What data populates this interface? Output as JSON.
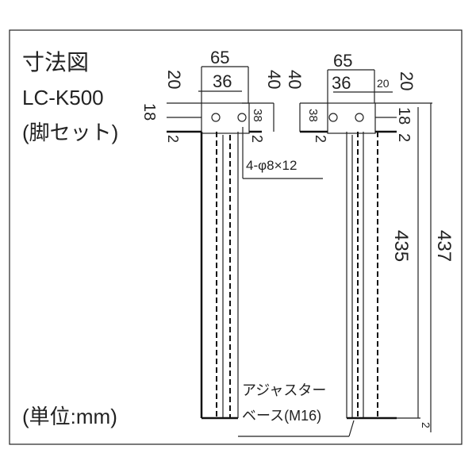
{
  "title": "寸法図",
  "model": "LC-K500",
  "subtitle": "(脚セット)",
  "unit": "(単位:mm)",
  "dimensions": {
    "width_total": "65",
    "hole_pitch": "36",
    "flange_offset": "20",
    "gap": "40",
    "plate_height": "18",
    "plate_thickness": "2",
    "flange_height": "38",
    "leg_height": "435",
    "overall_height": "437",
    "adjuster_gap": "2"
  },
  "callouts": {
    "holes": "4-φ8×12",
    "adjuster_line1": "アジャスター",
    "adjuster_line2": "ベース(M16)"
  }
}
